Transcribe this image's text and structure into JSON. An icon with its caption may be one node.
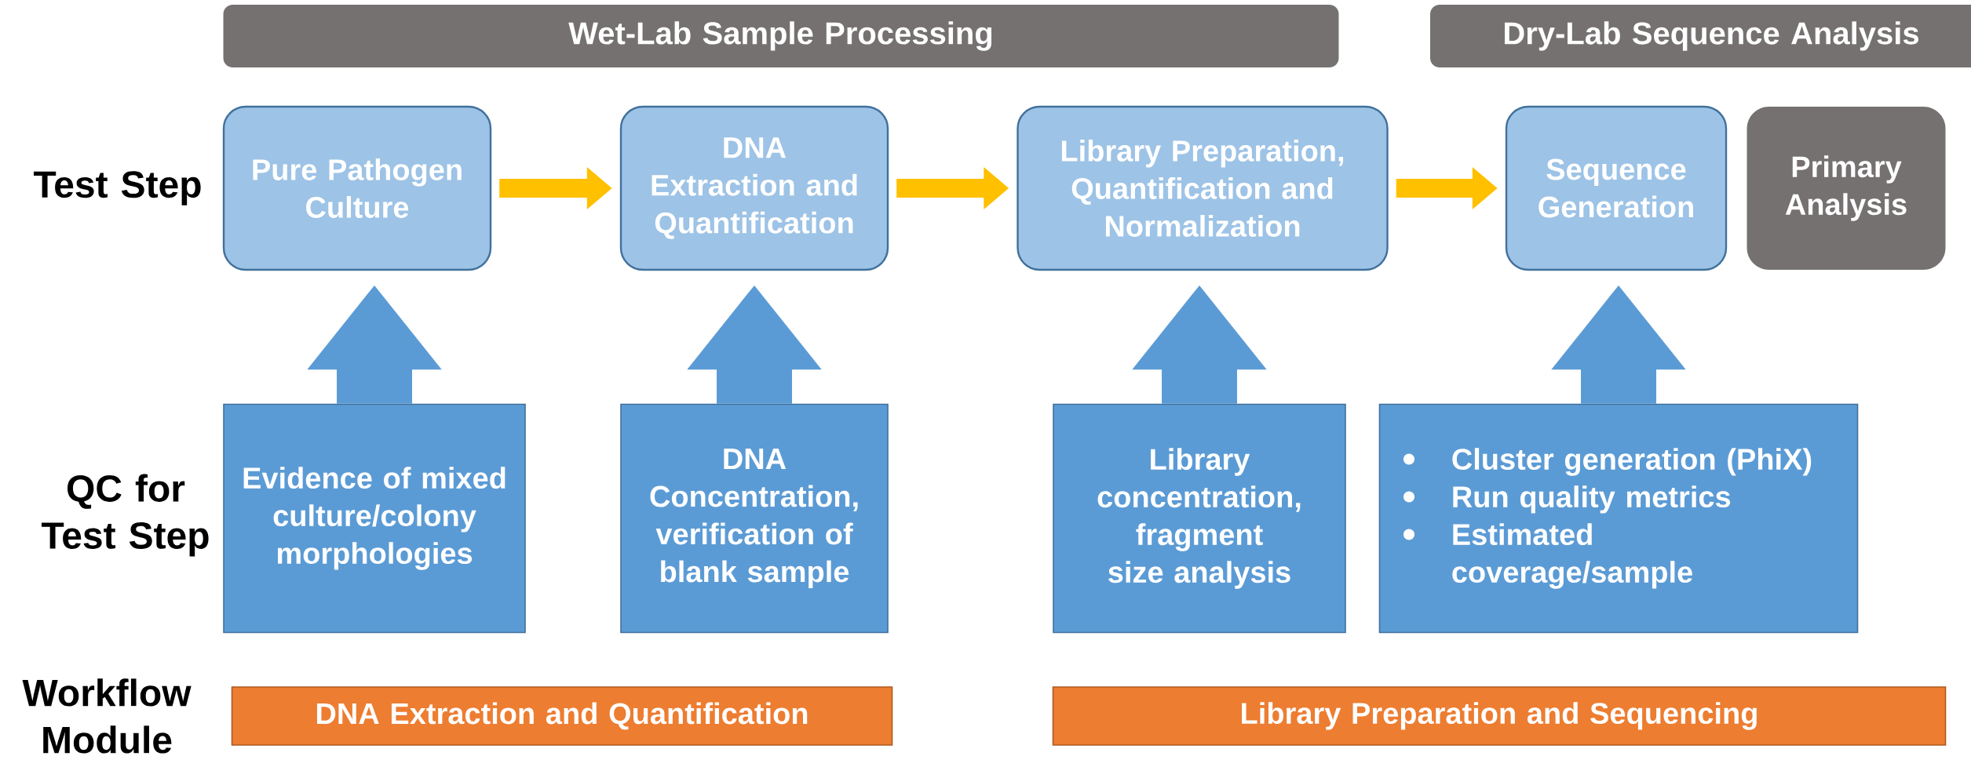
{
  "diagram": {
    "nodes": [
      {
        "text": [
          "Wet-Lab Sample Processing"
        ]
      },
      {
        "text": [
          "Dry-Lab Sequence Analysis"
        ]
      },
      {
        "text": [
          "Pure Pathogen Culture"
        ]
      },
      {
        "text": [
          "DNA Extraction and Quantification"
        ]
      },
      {
        "text": [
          "Library Preparation, Quantification and Normalization"
        ]
      },
      {
        "text": [
          "Sequence Generation"
        ]
      },
      {
        "text": [
          "Primary Analysis"
        ]
      },
      {
        "text": [
          "Evidence of mixed culture/colony morphologies"
        ]
      },
      {
        "text": [
          "DNA Concentration, verification of blank sample"
        ]
      },
      {
        "text": [
          "Library concentration, fragment size analysis"
        ]
      },
      {
        "text": [
          "Cluster generation (PhiX)",
          "Run quality metrics",
          "Estimated coverage/sample"
        ]
      },
      {
        "text": [
          "DNA Extraction and Quantification"
        ]
      },
      {
        "text": [
          "Library Preparation and Sequencing"
        ]
      }
    ],
    "edges": [
      {
        "from": 2,
        "to": 3,
        "arrow": "to",
        "color": "#ffc000"
      },
      {
        "from": 3,
        "to": 4,
        "arrow": "to",
        "color": "#ffc000"
      },
      {
        "from": 4,
        "to": 5,
        "arrow": "to",
        "color": "#ffc000"
      },
      {
        "from": 7,
        "to": 2,
        "arrow": "to"
      },
      {
        "from": 8,
        "to": 3,
        "arrow": "to"
      },
      {
        "from": 9,
        "to": 4,
        "arrow": "to"
      },
      {
        "from": 10,
        "to": 5,
        "arrow": "to"
      }
    ],
    "labels": [
      "Test Step",
      "QC for Test Step",
      "Workflow Module"
    ]
  }
}
